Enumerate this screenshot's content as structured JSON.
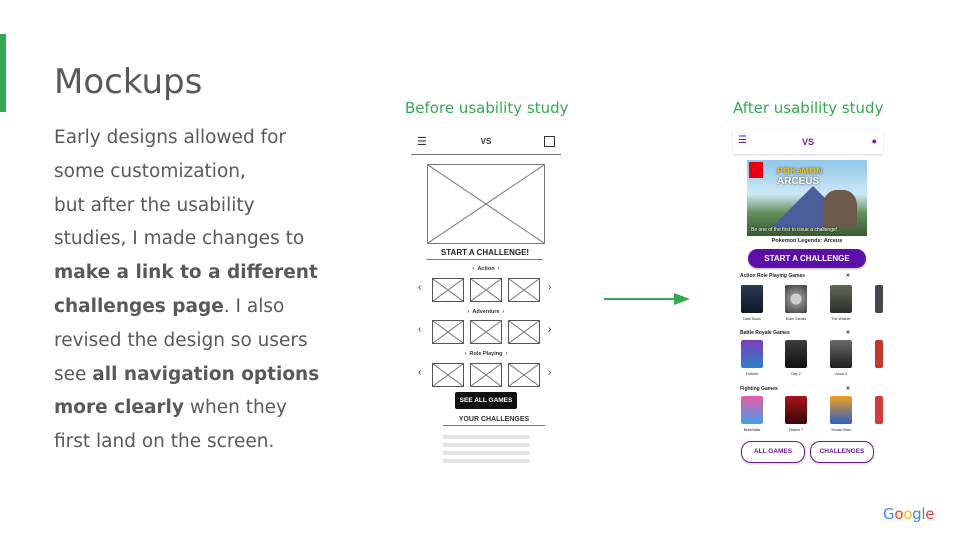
{
  "slide": {
    "title": "Mockups",
    "body": {
      "p1": "Early designs allowed for",
      "p2": "some customization,",
      "p3": "but after the usability",
      "p4": "studies, I made changes to",
      "p5_bold": "make a link to a different",
      "p6_bold": "challenges page",
      "p6_rest": ". I also",
      "p7": "revised the design so users",
      "p8_start": "see ",
      "p8_bold": "all navigation options",
      "p9_bold": "more clearly",
      "p9_rest": " when they",
      "p10": "first land on the screen."
    },
    "caption_before": "Before usability study",
    "caption_after": "After usability study",
    "colors": {
      "accent": "#34a853",
      "text": "#595959",
      "purple": "#5c0fa8"
    }
  },
  "before": {
    "menu_icon": "hamburger-icon",
    "header_title": "VS",
    "profile_icon": "user-icon",
    "start_label": "START A CHALLENGE!",
    "categories": [
      "Action",
      "Adventure",
      "Role Playing"
    ],
    "see_all_label": "SEE ALL GAMES",
    "your_challenges_label": "YOUR CHALLENGES"
  },
  "after": {
    "header_title": "VS",
    "hero": {
      "brand": "POKéMON",
      "subtitle": "ARCEUS",
      "promo": "Be one of the first to issue a challenge!",
      "name": "Pokemon Legends: Arceus"
    },
    "start_label": "START A CHALLENGE",
    "sections": [
      {
        "title": "Action Role Playing Games",
        "games": [
          "Dark Souls",
          "Elder Scrolls",
          "The Witcher"
        ]
      },
      {
        "title": "Battle Royale Games",
        "games": [
          "Fortnite",
          "Day Z",
          "Arma 3"
        ]
      },
      {
        "title": "Fighting Games",
        "games": [
          "Brawlhalla",
          "Tekken 7",
          "Smash Bros"
        ]
      }
    ],
    "all_games_label": "ALL GAMES",
    "challenges_label": "CHALLENGES"
  },
  "footer": {
    "logo_text": "Google"
  }
}
